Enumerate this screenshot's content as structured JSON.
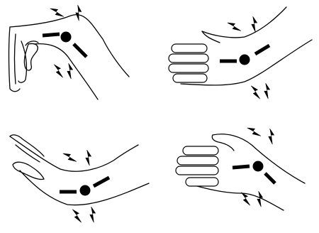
{
  "figure": {
    "panels": [
      {
        "name": "wrist-flexed-down",
        "pose": "flexion"
      },
      {
        "name": "hand-open-right",
        "pose": "neutral-extended"
      },
      {
        "name": "wrist-bent-back",
        "pose": "extension"
      },
      {
        "name": "hand-open-lower",
        "pose": "neutral"
      }
    ],
    "marker": {
      "symbol": "pain-point-with-dashes",
      "color": "#000000"
    },
    "pain_symbol": "lightning-bolt-icon",
    "line_color": "#000000",
    "background": "#ffffff"
  }
}
